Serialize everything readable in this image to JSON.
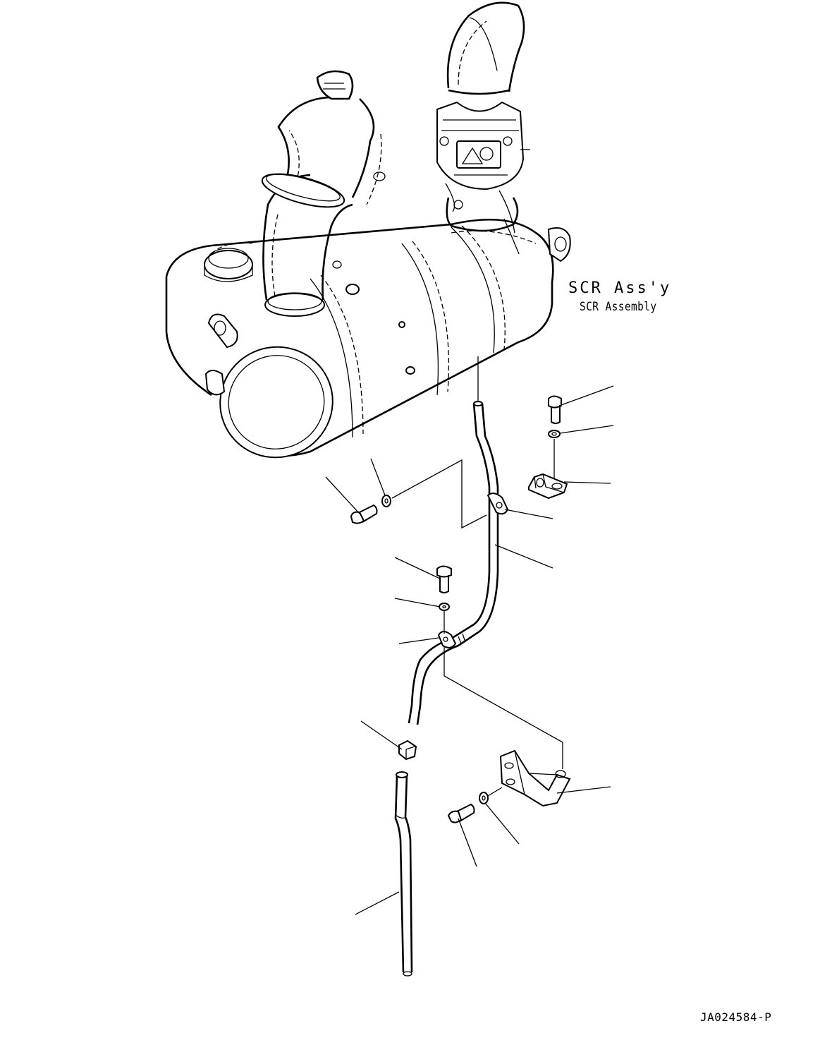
{
  "labels": {
    "assembly_title": "SCR Ass'y",
    "assembly_subtitle": "SCR Assembly",
    "figure_code": "JA024584-P"
  }
}
